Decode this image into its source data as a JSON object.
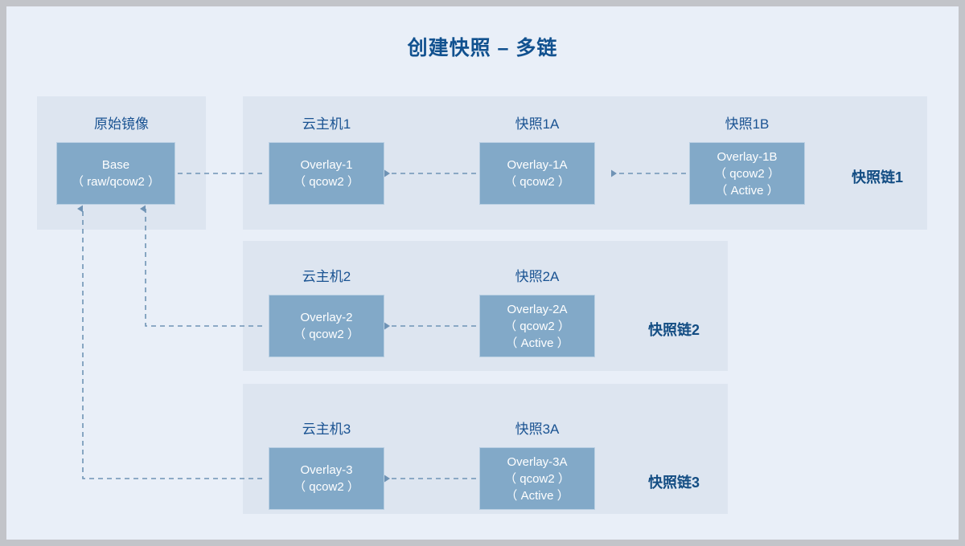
{
  "page": {
    "title": "创建快照 – 多链",
    "background": "#e9eff8",
    "border_color": "#c2c4c9",
    "accent": "#11518f",
    "node_fill": "#82a9c8",
    "panel_fill": "#dde5f0",
    "connector_color": "#6f93b5"
  },
  "source": {
    "caption": "原始镜像",
    "node": {
      "line1": "Base",
      "line2": "（ raw/qcow2 ）"
    }
  },
  "chains": [
    {
      "label": "快照链1",
      "nodes": [
        {
          "caption": "云主机1",
          "line1": "Overlay-1",
          "line2": "（ qcow2 ）",
          "line3": ""
        },
        {
          "caption": "快照1A",
          "line1": "Overlay-1A",
          "line2": "（ qcow2 ）",
          "line3": ""
        },
        {
          "caption": "快照1B",
          "line1": "Overlay-1B",
          "line2": "（ qcow2 ）",
          "line3": "（ Active ）"
        }
      ]
    },
    {
      "label": "快照链2",
      "nodes": [
        {
          "caption": "云主机2",
          "line1": "Overlay-2",
          "line2": "（ qcow2 ）",
          "line3": ""
        },
        {
          "caption": "快照2A",
          "line1": "Overlay-2A",
          "line2": "（ qcow2 ）",
          "line3": "（ Active ）"
        }
      ]
    },
    {
      "label": "快照链3",
      "nodes": [
        {
          "caption": "云主机3",
          "line1": "Overlay-3",
          "line2": "（ qcow2 ）",
          "line3": ""
        },
        {
          "caption": "快照3A",
          "line1": "Overlay-3A",
          "line2": "（ qcow2 ）",
          "line3": "（ Active ）"
        }
      ]
    }
  ]
}
